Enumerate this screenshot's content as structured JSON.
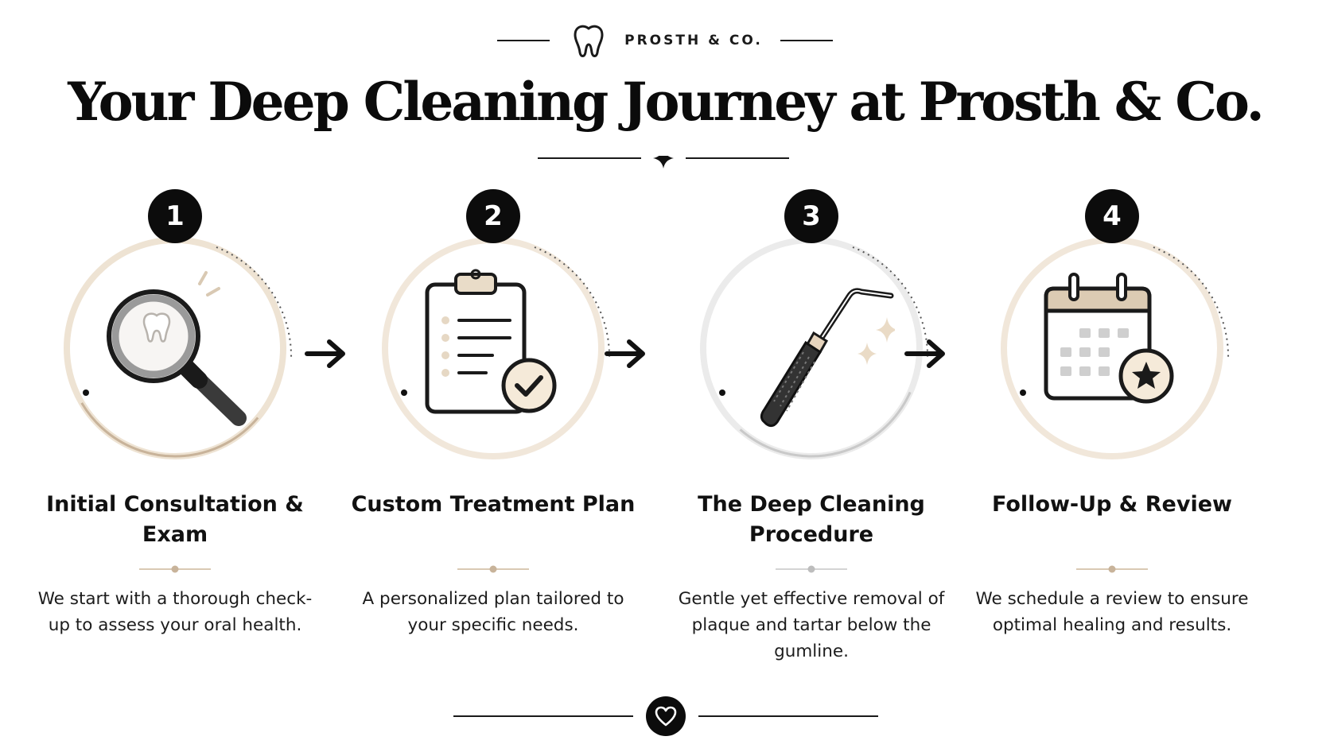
{
  "brand": {
    "name": "PROSTH & CO.",
    "logo_icon": "tooth-icon"
  },
  "title": "Your Deep Cleaning Journey at Prosth & Co.",
  "colors": {
    "ink": "#0c0c0c",
    "beige": "#eee3d3",
    "beige_accent": "#c8b39a"
  },
  "steps": [
    {
      "number": "1",
      "icon": "magnifying-glass-tooth-icon",
      "title": "Initial Consultation & Exam",
      "description": "We start with a thorough check-up to assess your oral health."
    },
    {
      "number": "2",
      "icon": "clipboard-check-icon",
      "title": "Custom Treatment Plan",
      "description": "A personalized plan tailored to your specific needs."
    },
    {
      "number": "3",
      "icon": "dental-scaler-icon",
      "title": "The Deep Cleaning Procedure",
      "description": "Gentle yet effective removal of plaque and tartar below the gumline."
    },
    {
      "number": "4",
      "icon": "calendar-star-icon",
      "title": "Follow-Up & Review",
      "description": "We schedule a review to ensure optimal healing and results."
    }
  ],
  "footer": {
    "icon": "heart-icon"
  }
}
